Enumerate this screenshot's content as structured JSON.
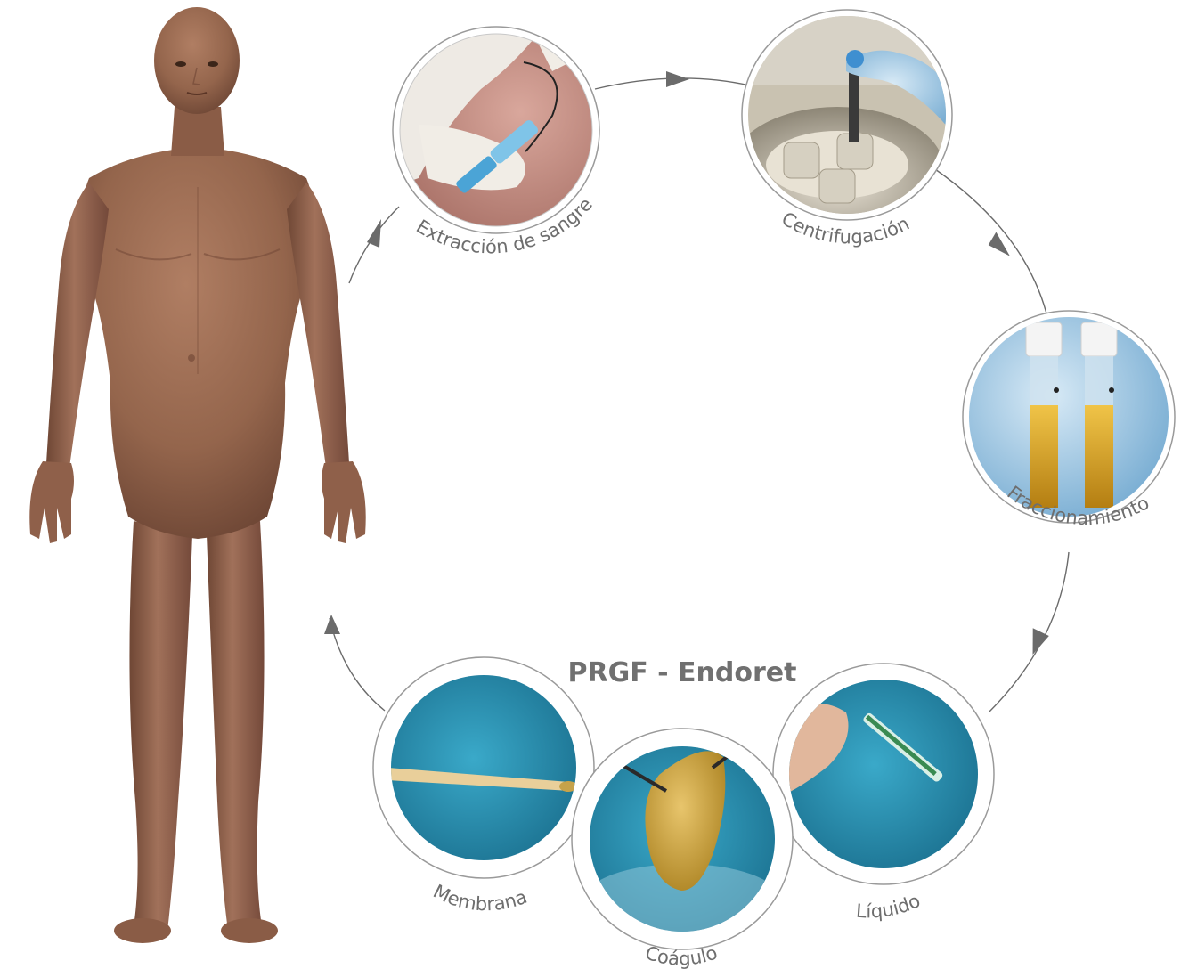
{
  "diagram": {
    "title": "PRGF - Endoret",
    "steps": [
      {
        "id": "extraccion",
        "label": "Extracción de sangre"
      },
      {
        "id": "centrifugacion",
        "label": "Centrifugación"
      },
      {
        "id": "fraccionamiento",
        "label": "Fraccionamiento"
      }
    ],
    "products": [
      {
        "id": "membrana",
        "label": "Membrana"
      },
      {
        "id": "coagulo",
        "label": "Coágulo"
      },
      {
        "id": "liquido",
        "label": "Líquido"
      }
    ]
  },
  "colors": {
    "skin": "#9a6b52",
    "skin_dark": "#6e4433",
    "arrow": "#6b6b6b",
    "label": "#6e6e6e",
    "photo_blue": "#2c95b5",
    "glove_blue": "#8ec6e8",
    "plasma": "#d9a628"
  },
  "icons": [
    "human-figure",
    "arrow-head-icon"
  ]
}
